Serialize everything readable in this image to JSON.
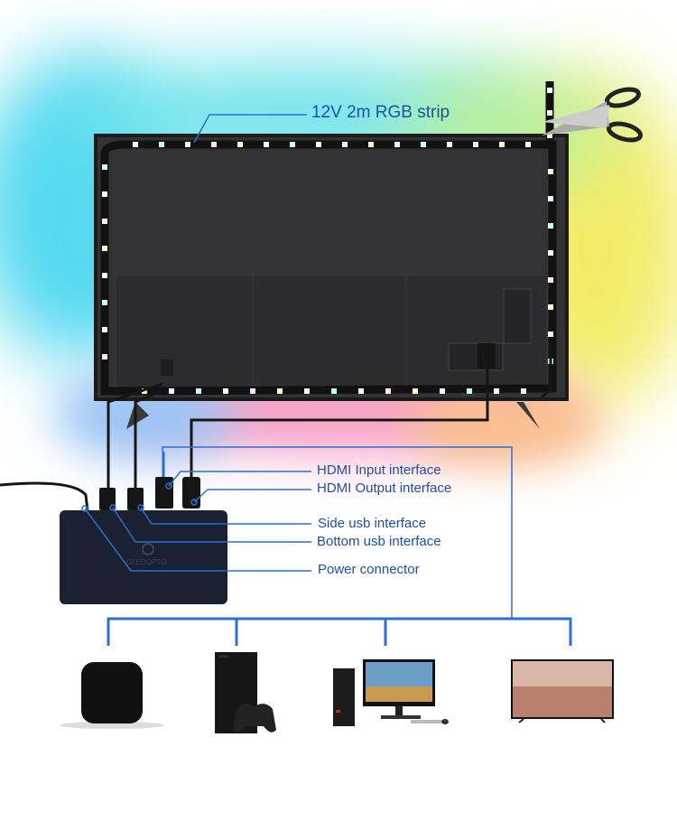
{
  "title": "12V 2m RGB strip",
  "brand": "GLEDOPTO",
  "labels": {
    "hdmi_input": "HDMI Input interface",
    "hdmi_output": "HDMI Output interface",
    "side_usb": "Side usb interface",
    "bottom_usb": "Bottom usb interface",
    "power": "Power connector"
  },
  "devices": [
    "streaming-box",
    "game-console",
    "desktop-pc",
    "tv"
  ],
  "colors": {
    "label": "#1f4fa3",
    "connector_line": "#2b6fd6",
    "box": "#1b2130"
  }
}
